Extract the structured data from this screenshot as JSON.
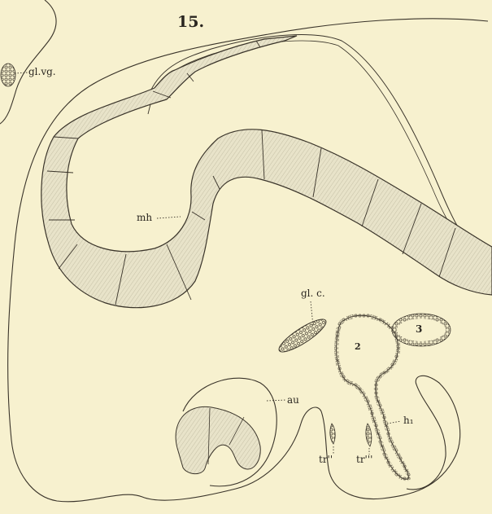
{
  "figure": {
    "number": "15.",
    "labels": {
      "gl_vg": "gl.vg.",
      "mh": "mh",
      "gl_c": "gl. c.",
      "au": "au",
      "h1": "h₁",
      "tr_a": "tr''",
      "tr_b": "tr'''",
      "num_2": "2",
      "num_3": "3"
    }
  },
  "colors": {
    "paper": "#f7f1cf",
    "ink": "#3a342a",
    "tissue_fill": "#e6e1c6"
  }
}
